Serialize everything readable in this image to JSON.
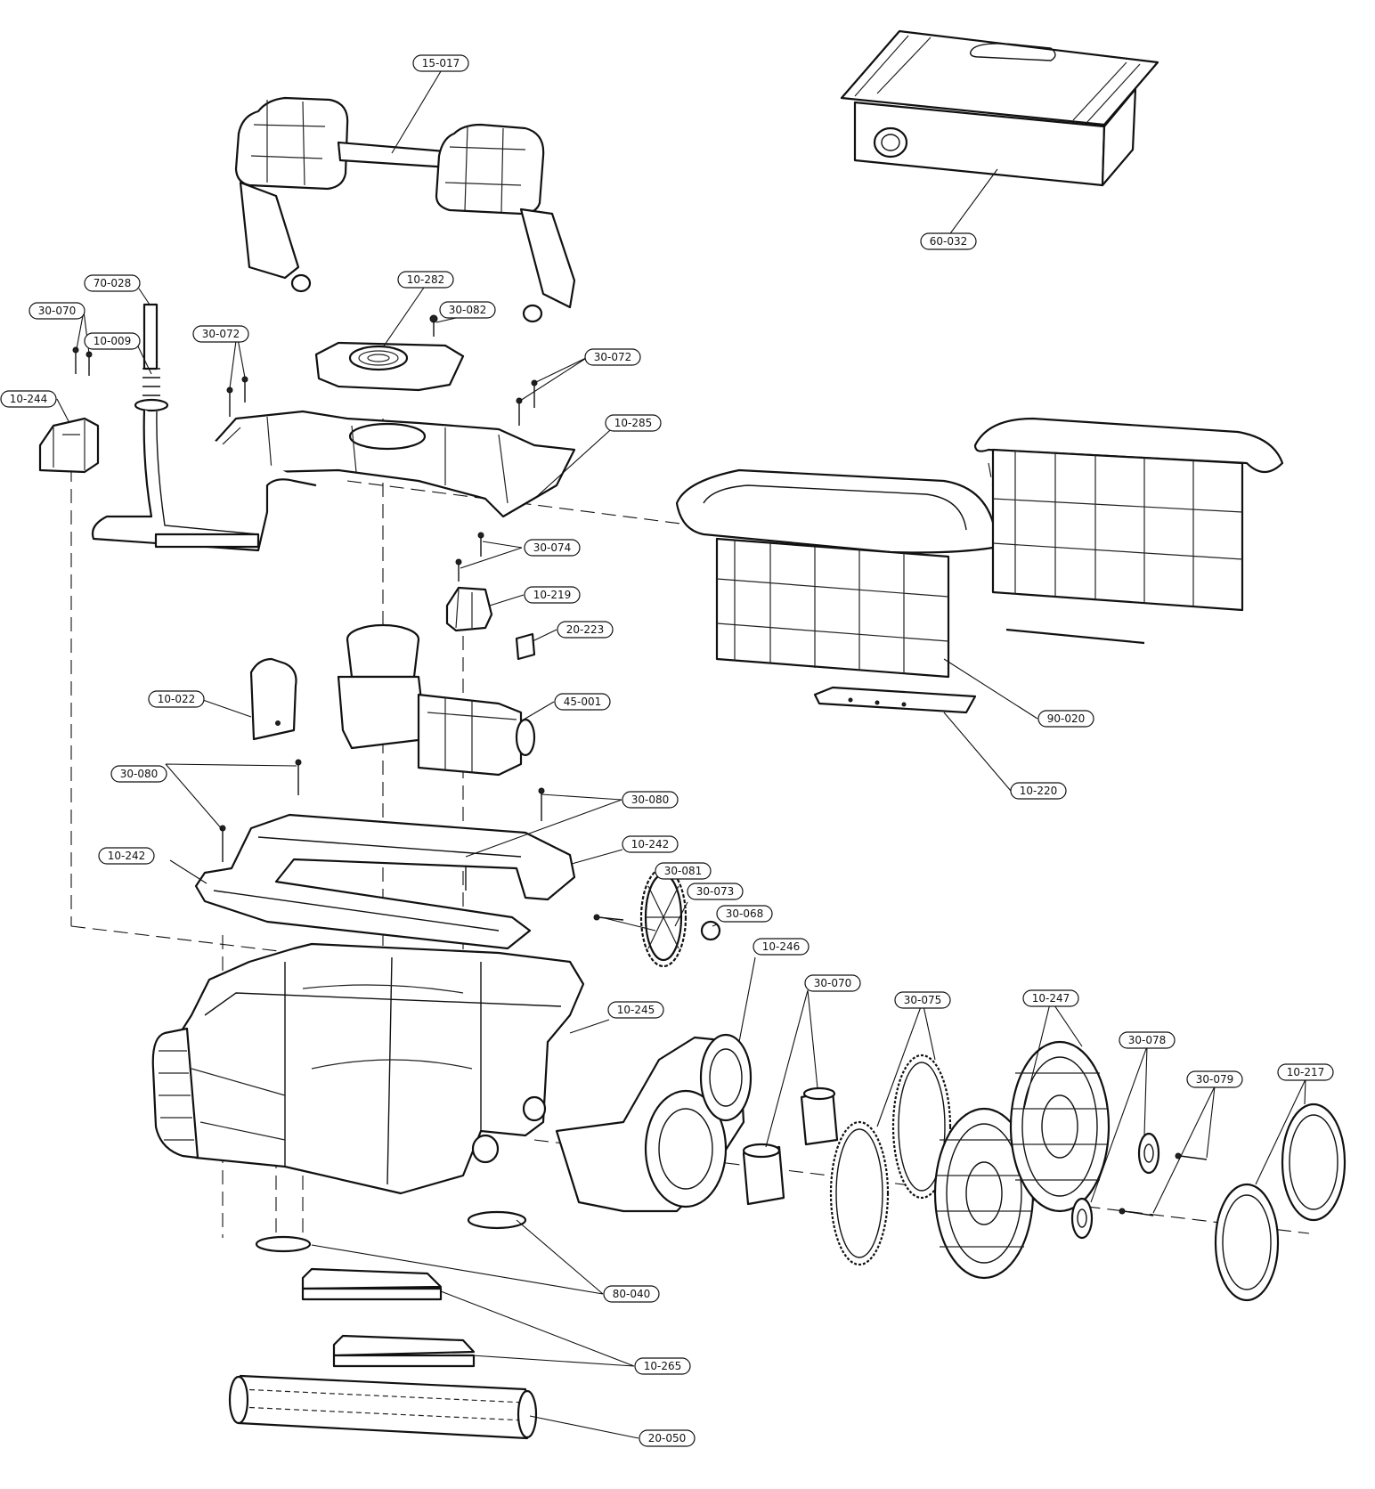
{
  "callouts": [
    {
      "id": "15-017"
    },
    {
      "id": "60-032"
    },
    {
      "id": "70-028"
    },
    {
      "id": "10-282"
    },
    {
      "id": "30-082"
    },
    {
      "id": "30-070"
    },
    {
      "id": "10-009"
    },
    {
      "id": "30-072"
    },
    {
      "id": "30-072"
    },
    {
      "id": "10-244"
    },
    {
      "id": "10-285"
    },
    {
      "id": "30-074"
    },
    {
      "id": "10-219"
    },
    {
      "id": "20-223"
    },
    {
      "id": "10-022"
    },
    {
      "id": "45-001"
    },
    {
      "id": "90-020"
    },
    {
      "id": "10-220"
    },
    {
      "id": "30-080"
    },
    {
      "id": "30-080"
    },
    {
      "id": "10-242"
    },
    {
      "id": "10-242"
    },
    {
      "id": "30-081"
    },
    {
      "id": "30-073"
    },
    {
      "id": "30-068"
    },
    {
      "id": "10-246"
    },
    {
      "id": "10-245"
    },
    {
      "id": "30-070"
    },
    {
      "id": "30-075"
    },
    {
      "id": "10-247"
    },
    {
      "id": "30-078"
    },
    {
      "id": "30-079"
    },
    {
      "id": "10-217"
    },
    {
      "id": "80-040"
    },
    {
      "id": "10-265"
    },
    {
      "id": "20-050"
    }
  ]
}
